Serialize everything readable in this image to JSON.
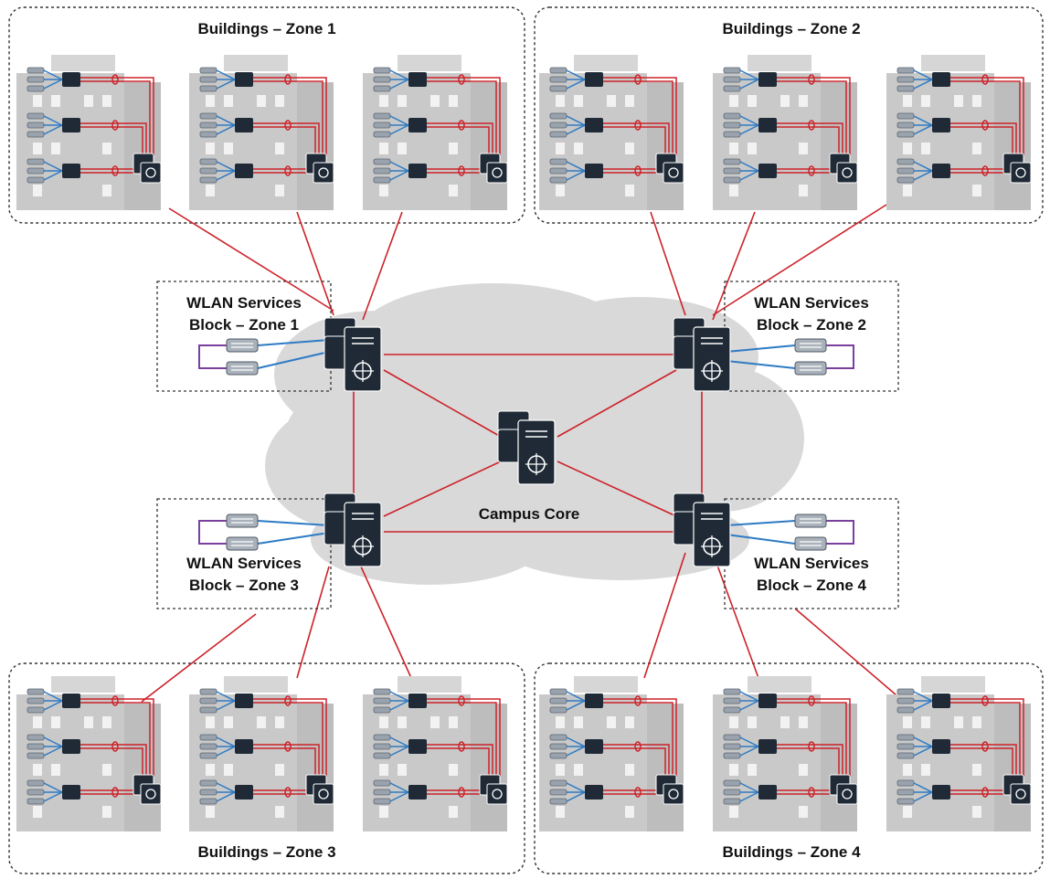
{
  "diagram": {
    "zones": [
      {
        "id": "z1",
        "title": "Buildings – Zone 1"
      },
      {
        "id": "z2",
        "title": "Buildings – Zone 2"
      },
      {
        "id": "z3",
        "title": "Buildings – Zone 3"
      },
      {
        "id": "z4",
        "title": "Buildings – Zone 4"
      }
    ],
    "wlan_blocks": [
      {
        "id": "w1",
        "line1": "WLAN Services",
        "line2": "Block – Zone 1"
      },
      {
        "id": "w2",
        "line1": "WLAN Services",
        "line2": "Block – Zone 2"
      },
      {
        "id": "w3",
        "line1": "WLAN Services",
        "line2": "Block – Zone 3"
      },
      {
        "id": "w4",
        "line1": "WLAN Services",
        "line2": "Block – Zone 4"
      }
    ],
    "core_label": "Campus Core",
    "colors": {
      "uplink": "#cc2229",
      "access_link": "#2e7bc4",
      "controller_pair_link": "#7b3f9e",
      "cloud": "#d9d9d9",
      "building": "#c9c9c9",
      "switch": "#1f2a36"
    },
    "icons": [
      "building-icon",
      "layer3-switch-icon",
      "access-switch-icon",
      "wlan-controller-icon",
      "cloud-icon"
    ]
  }
}
